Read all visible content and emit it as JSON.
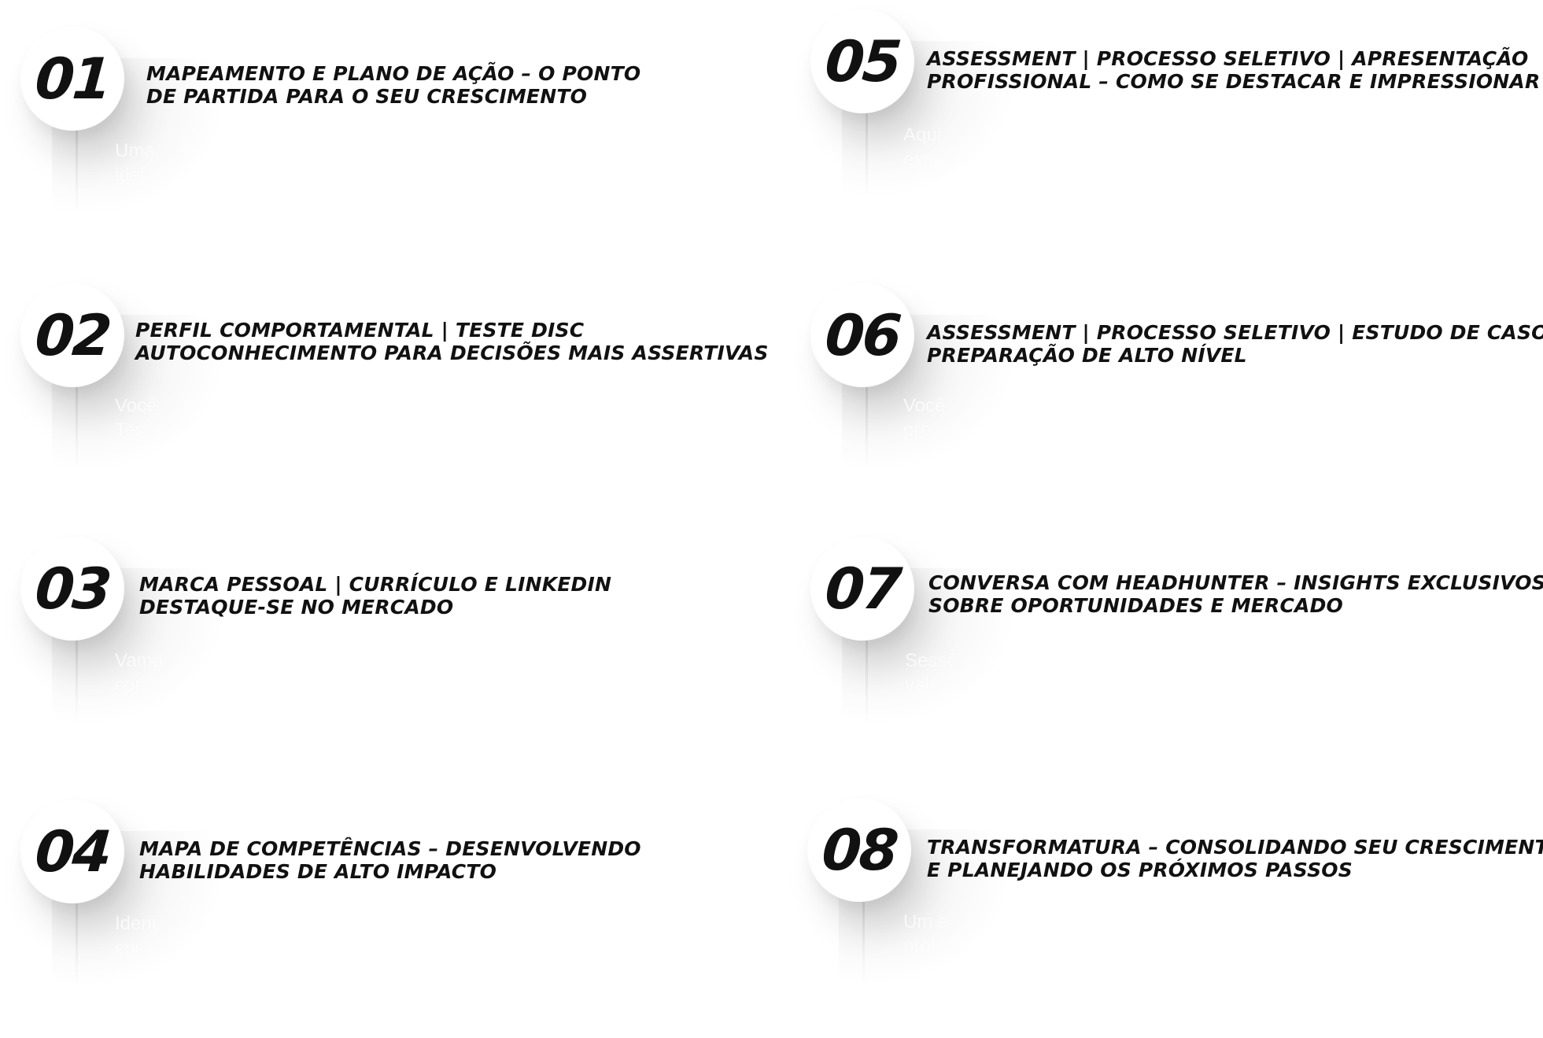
{
  "steps": [
    {
      "number": "01",
      "title_line1": "MAPEAMENTO E PLANO DE AÇÃO – O PONTO",
      "title_line2": "DE PARTIDA PARA O SEU CRESCIMENTO",
      "desc_line1": "Uma",
      "desc_line2": "iden"
    },
    {
      "number": "02",
      "title_line1": "PERFIL COMPORTAMENTAL | TESTE DISC",
      "title_line2": "AUTOCONHECIMENTO PARA DECISÕES MAIS ASSERTIVAS",
      "desc_line1": "Você",
      "desc_line2": "Test"
    },
    {
      "number": "03",
      "title_line1": "MARCA PESSOAL | CURRÍCULO E LINKEDIN",
      "title_line2": "DESTAQUE-SE NO MERCADO",
      "desc_line1": "Vamo",
      "desc_line2": "com"
    },
    {
      "number": "04",
      "title_line1": "MAPA DE COMPETÊNCIAS – DESENVOLVENDO",
      "title_line2": "HABILIDADES DE ALTO IMPACTO",
      "desc_line1": "Ident",
      "desc_line2": "cric"
    },
    {
      "number": "05",
      "title_line1": "ASSESSMENT | PROCESSO SELETIVO | APRESENTAÇÃO",
      "title_line2": "PROFISSIONAL – COMO SE DESTACAR E IMPRESSIONAR",
      "desc_line1": "Aqui",
      "desc_line2": "estr"
    },
    {
      "number": "06",
      "title_line1": "ASSESSMENT | PROCESSO SELETIVO | ESTUDO DE CASO",
      "title_line2": "PREPARAÇÃO DE ALTO NÍVEL",
      "desc_line1": "Você",
      "desc_line2": "prep"
    },
    {
      "number": "07",
      "title_line1": "CONVERSA COM HEADHUNTER – INSIGHTS EXCLUSIVOS",
      "title_line2": "SOBRE OPORTUNIDADES E MERCADO",
      "desc_line1": "Sessõ",
      "desc_line2": "vali"
    },
    {
      "number": "08",
      "title_line1": "TRANSFORMATURA – CONSOLIDANDO SEU CRESCIMENTO",
      "title_line2": "E PLANEJANDO OS PRÓXIMOS PASSOS",
      "desc_line1": "Um e",
      "desc_line2": "prof"
    }
  ]
}
